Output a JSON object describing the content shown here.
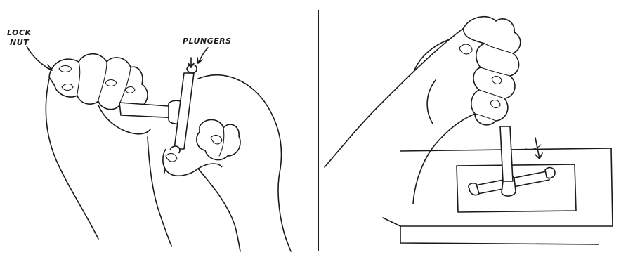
{
  "callouts": {
    "lock_nut_line1": "LOCK",
    "lock_nut_line2": "NUT",
    "plungers": "PLUNGERS"
  }
}
